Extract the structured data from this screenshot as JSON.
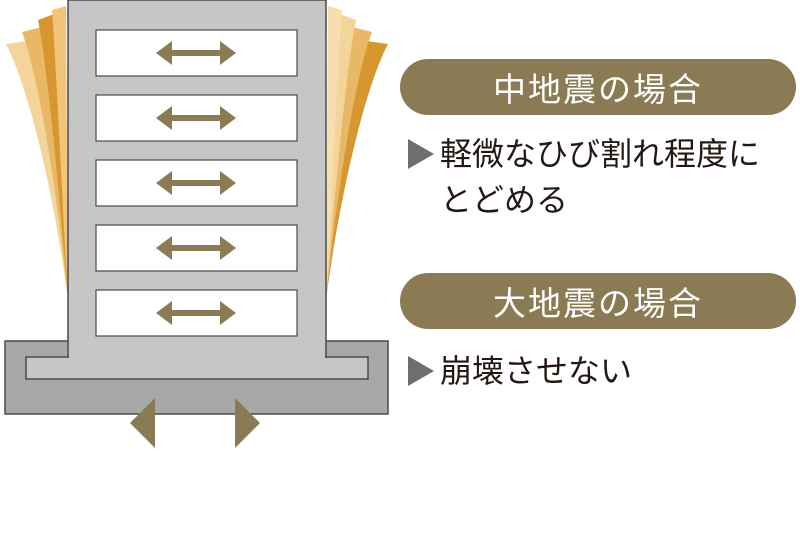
{
  "colors": {
    "accent": "#8a7b55",
    "building": "#c6c6c6",
    "outline": "#4a4a4a",
    "text": "#231815"
  },
  "moderate_quake": {
    "heading": "中地震の場合",
    "bullet_line1": "軽微なひび割れ程度に",
    "bullet_line2": "とどめる"
  },
  "major_quake": {
    "heading": "大地震の場合",
    "bullet_line1": "崩壊させない"
  },
  "icons": {
    "floor_arrow": "double-headed-arrow-icon",
    "ground_arrow": "ground-shake-arrow-icon",
    "bullet": "triangle-bullet-icon"
  }
}
